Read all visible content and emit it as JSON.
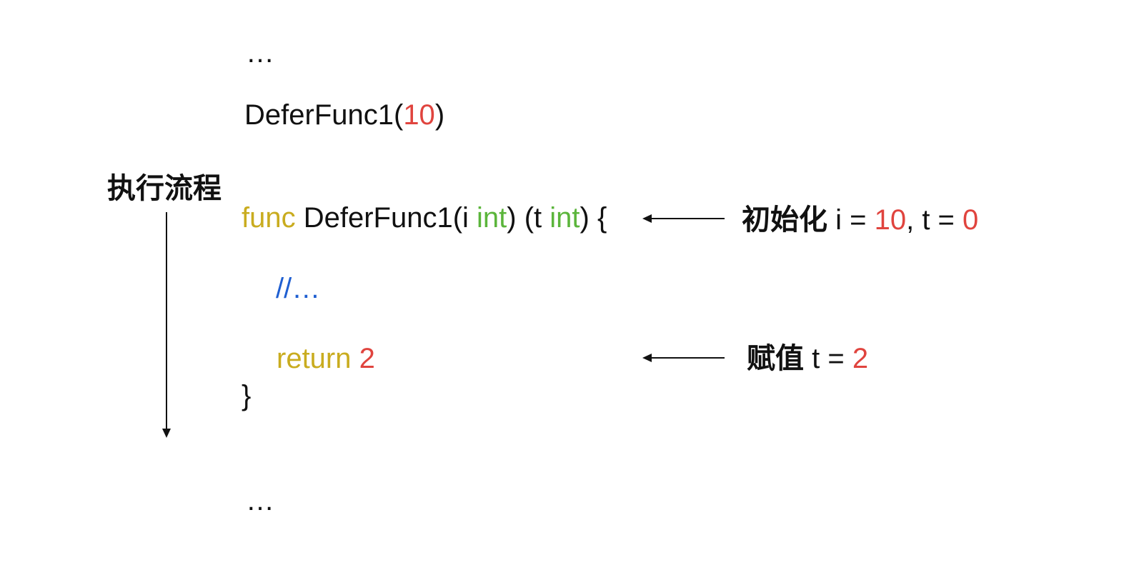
{
  "flow_label": "执行流程",
  "code": {
    "ellipsis_top": "…",
    "call_name": "DeferFunc1(",
    "call_arg": "10",
    "call_close": ")",
    "func_kw": "func",
    "func_name": " DeferFunc1(i ",
    "param_type": "int",
    "func_mid": ") (t ",
    "ret_type": "int",
    "func_open": ") {",
    "comment": "//…",
    "return_kw": "return",
    "return_val": "2",
    "close_brace": "}",
    "ellipsis_bottom": "…"
  },
  "annotations": {
    "init": {
      "label": "初始化",
      "text_i": " i = ",
      "val_i": "10",
      "text_t": ", t = ",
      "val_t": "0"
    },
    "assign": {
      "label": "赋值",
      "text_t": " t = ",
      "val_t": "2"
    }
  },
  "colors": {
    "keyword": "#c9ac1f",
    "type": "#5bb53b",
    "number": "#e0443e",
    "comment": "#1f5fd1",
    "text": "#111111"
  }
}
